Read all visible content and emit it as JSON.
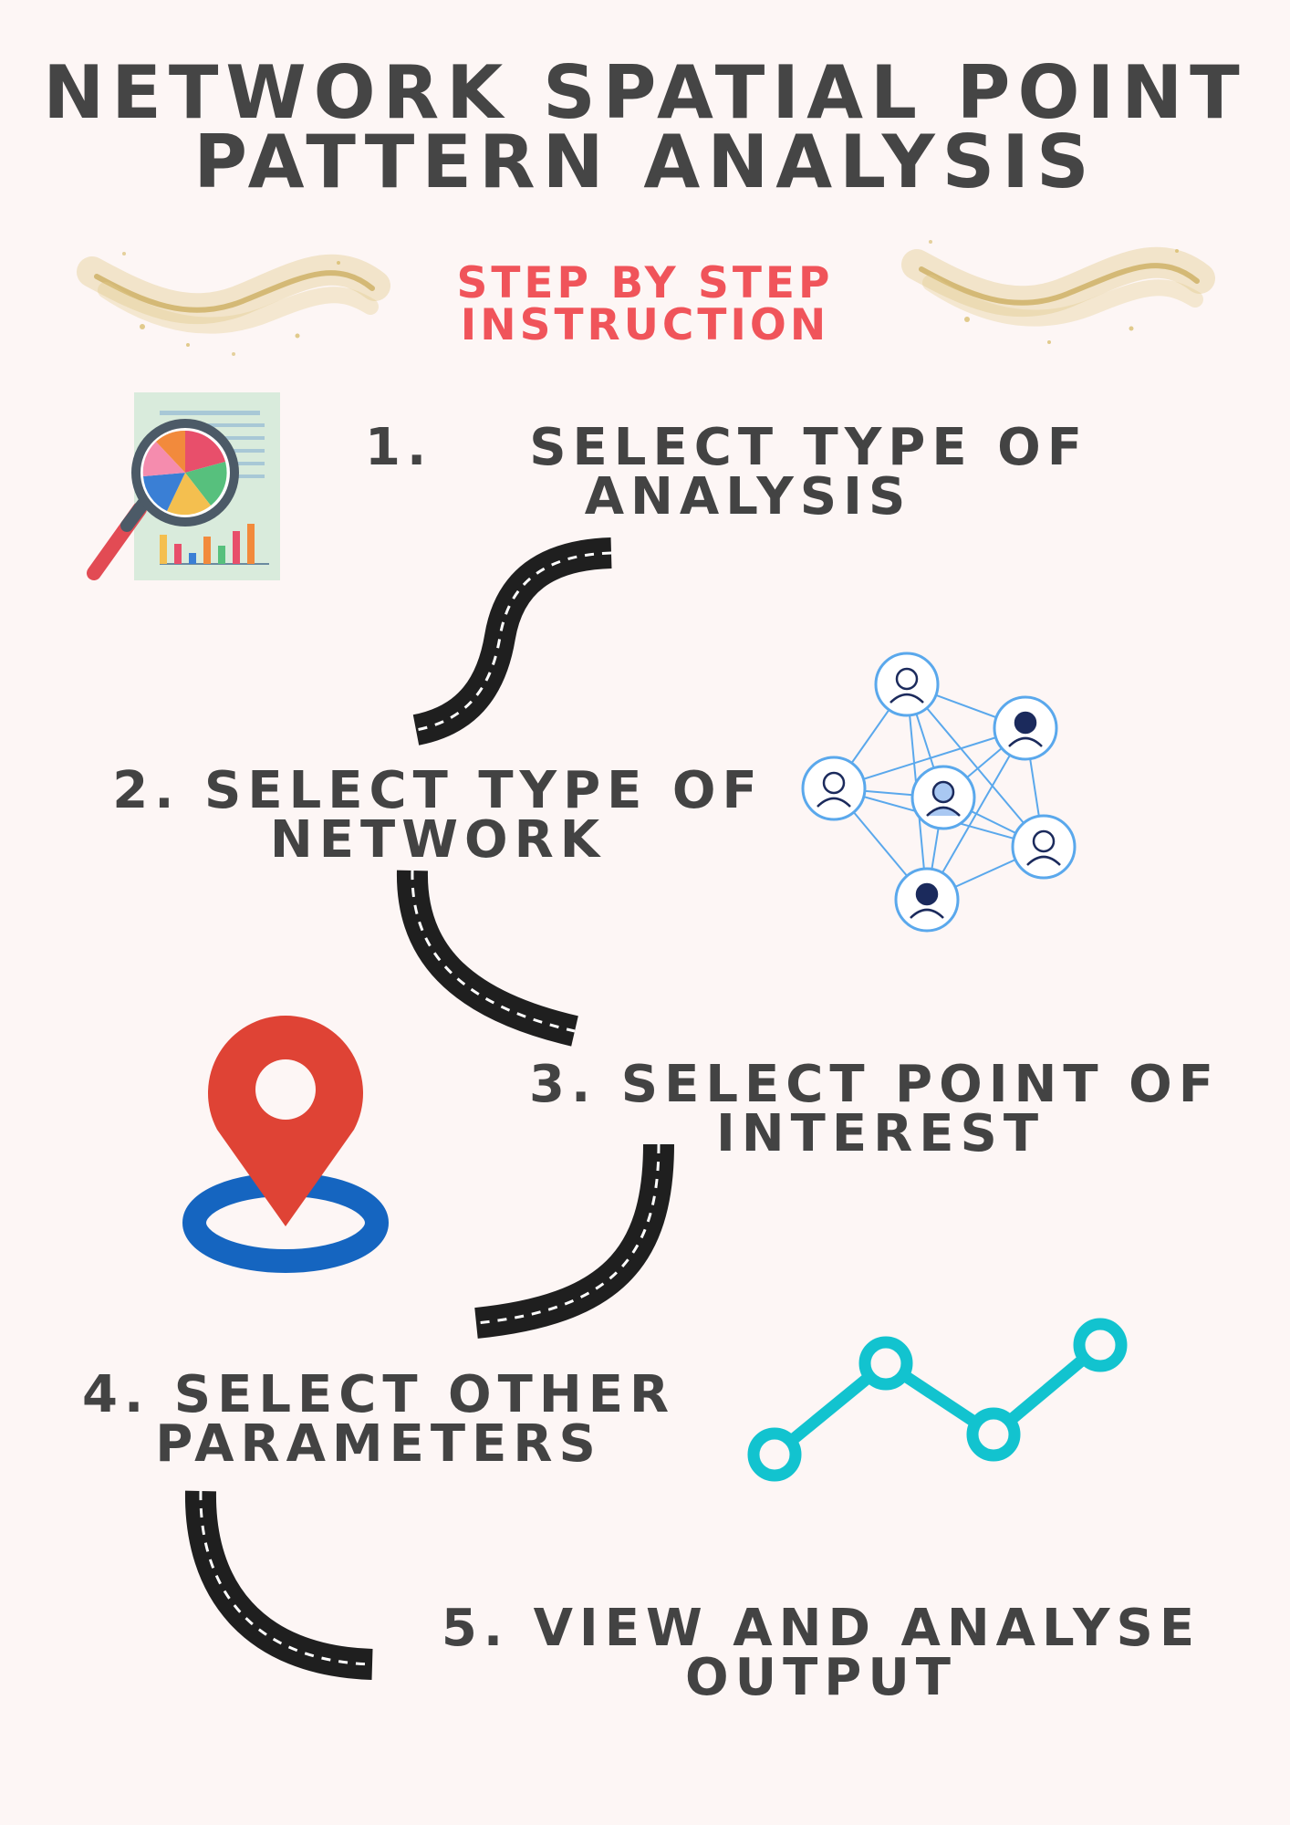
{
  "title": {
    "line1": "NETWORK SPATIAL POINT",
    "line2": "PATTERN ANALYSIS"
  },
  "subtitle": {
    "line1": "STEP BY STEP",
    "line2": "INSTRUCTION"
  },
  "steps": [
    {
      "line1": "1.    SELECT TYPE OF",
      "line2": "ANALYSIS",
      "icon": "analytics-report-magnifier-icon"
    },
    {
      "line1": "2. SELECT TYPE OF",
      "line2": "NETWORK",
      "icon": "people-network-icon"
    },
    {
      "line1": "3. SELECT POINT OF",
      "line2": "INTEREST",
      "icon": "location-pin-icon"
    },
    {
      "line1": "4. SELECT OTHER",
      "line2": "PARAMETERS",
      "icon": "line-graph-icon"
    },
    {
      "line1": "5. VIEW AND ANALYSE",
      "line2": "OUTPUT"
    }
  ],
  "colors": {
    "background": "#fdf6f5",
    "title": "#454545",
    "subtitle": "#f0545a",
    "road": "#1f1f1f",
    "pin": "#df4335",
    "pin_ring": "#1565c0",
    "graph": "#12c3cf",
    "network": "#5aa8ec",
    "gold": "#d9c27a"
  }
}
